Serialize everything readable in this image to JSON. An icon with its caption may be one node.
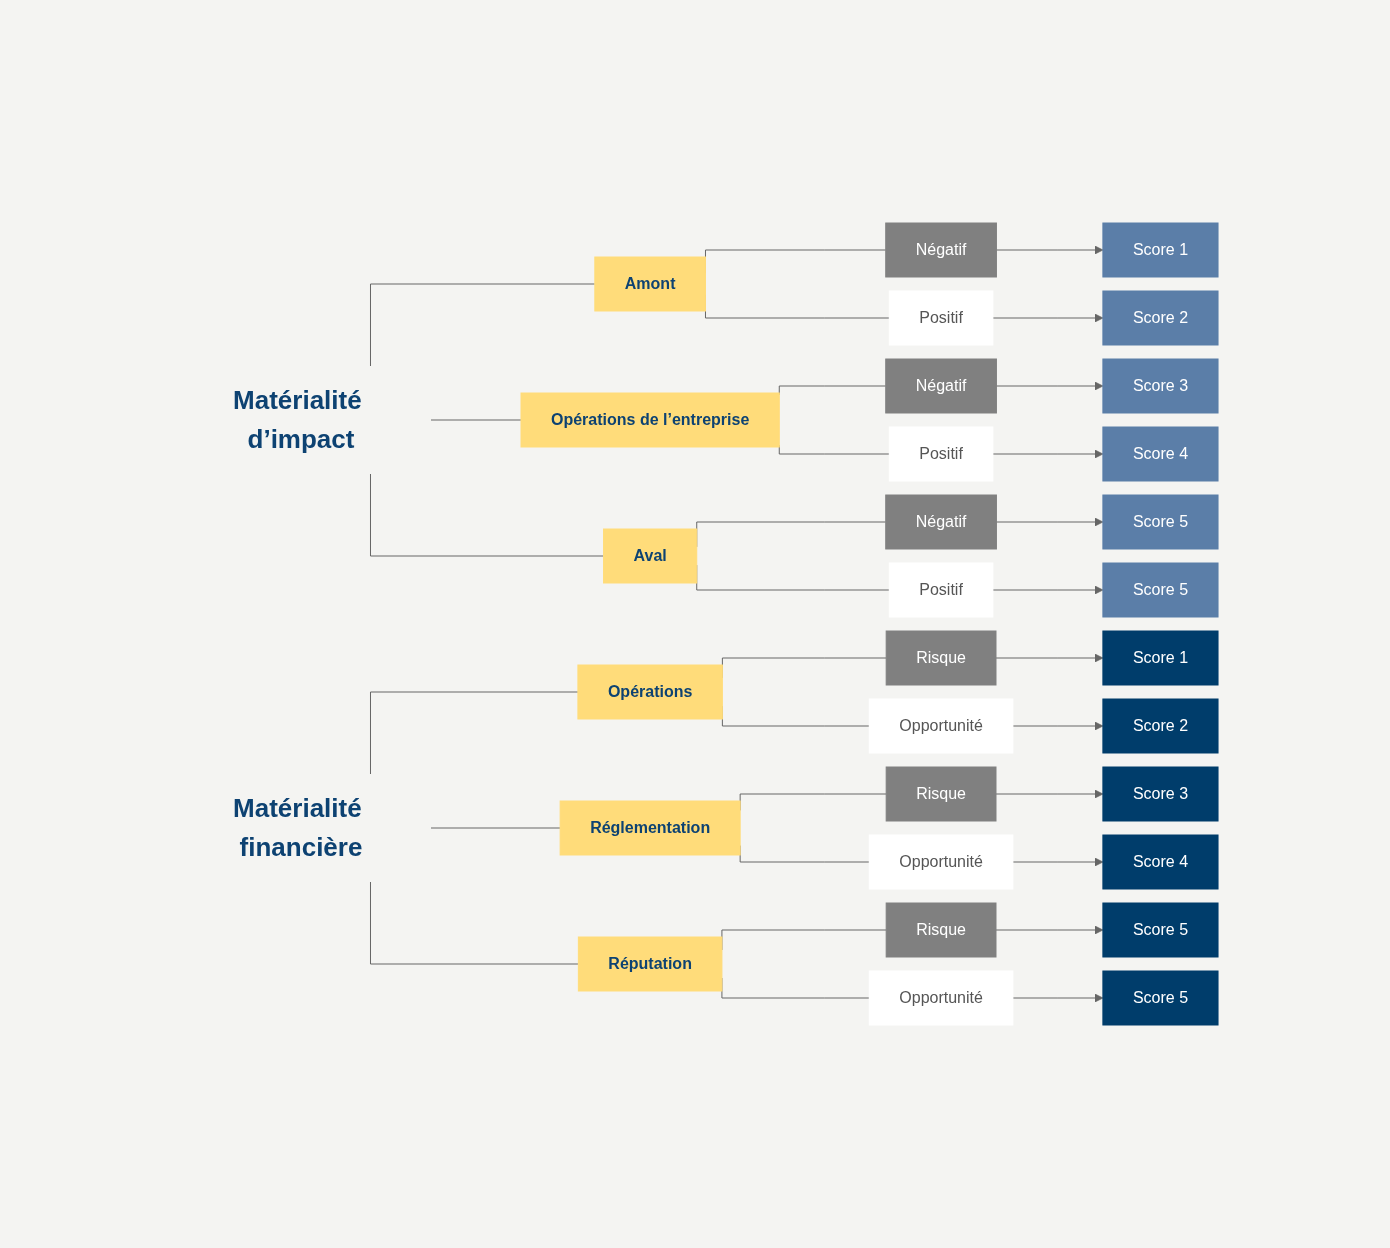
{
  "diagram": {
    "nodes": [
      {
        "text": [
          "Matérialité d’impact"
        ]
      },
      {
        "text": [
          "Amont"
        ]
      },
      {
        "text": [
          "Opérations de l’entreprise"
        ]
      },
      {
        "text": [
          "Aval"
        ]
      },
      {
        "text": [
          "Négatif"
        ]
      },
      {
        "text": [
          "Positif"
        ]
      },
      {
        "text": [
          "Négatif"
        ]
      },
      {
        "text": [
          "Positif"
        ]
      },
      {
        "text": [
          "Négatif"
        ]
      },
      {
        "text": [
          "Positif"
        ]
      },
      {
        "text": [
          "Score 1"
        ]
      },
      {
        "text": [
          "Score 2"
        ]
      },
      {
        "text": [
          "Score 3"
        ]
      },
      {
        "text": [
          "Score 4"
        ]
      },
      {
        "text": [
          "Score 5"
        ]
      },
      {
        "text": [
          "Score 5"
        ]
      },
      {
        "text": [
          "Matérialité financière"
        ]
      },
      {
        "text": [
          "Opérations"
        ]
      },
      {
        "text": [
          "Réglementation"
        ]
      },
      {
        "text": [
          "Réputation"
        ]
      },
      {
        "text": [
          "Risque"
        ]
      },
      {
        "text": [
          "Opportunité"
        ]
      },
      {
        "text": [
          "Risque"
        ]
      },
      {
        "text": [
          "Opportunité"
        ]
      },
      {
        "text": [
          "Risque"
        ]
      },
      {
        "text": [
          "Opportunité"
        ]
      },
      {
        "text": [
          "Score 1"
        ]
      },
      {
        "text": [
          "Score 2"
        ]
      },
      {
        "text": [
          "Score 3"
        ]
      },
      {
        "text": [
          "Score 4"
        ]
      },
      {
        "text": [
          "Score 5"
        ]
      },
      {
        "text": [
          "Score 5"
        ]
      }
    ],
    "edges": [
      {
        "from": 0,
        "to": 1,
        "arrow": "none"
      },
      {
        "from": 0,
        "to": 2,
        "arrow": "none"
      },
      {
        "from": 0,
        "to": 3,
        "arrow": "none"
      },
      {
        "from": 1,
        "to": 4,
        "arrow": "none"
      },
      {
        "from": 1,
        "to": 5,
        "arrow": "none"
      },
      {
        "from": 2,
        "to": 6,
        "arrow": "none"
      },
      {
        "from": 2,
        "to": 7,
        "arrow": "none"
      },
      {
        "from": 3,
        "to": 8,
        "arrow": "none"
      },
      {
        "from": 3,
        "to": 9,
        "arrow": "none"
      },
      {
        "from": 4,
        "to": 10,
        "arrow": "to"
      },
      {
        "from": 5,
        "to": 11,
        "arrow": "to"
      },
      {
        "from": 6,
        "to": 12,
        "arrow": "to"
      },
      {
        "from": 7,
        "to": 13,
        "arrow": "to"
      },
      {
        "from": 8,
        "to": 14,
        "arrow": "to"
      },
      {
        "from": 9,
        "to": 15,
        "arrow": "to"
      },
      {
        "from": 16,
        "to": 17,
        "arrow": "none"
      },
      {
        "from": 16,
        "to": 18,
        "arrow": "none"
      },
      {
        "from": 16,
        "to": 19,
        "arrow": "none"
      },
      {
        "from": 17,
        "to": 20,
        "arrow": "none"
      },
      {
        "from": 17,
        "to": 21,
        "arrow": "none"
      },
      {
        "from": 18,
        "to": 22,
        "arrow": "none"
      },
      {
        "from": 18,
        "to": 23,
        "arrow": "none"
      },
      {
        "from": 19,
        "to": 24,
        "arrow": "none"
      },
      {
        "from": 19,
        "to": 25,
        "arrow": "none"
      },
      {
        "from": 20,
        "to": 26,
        "arrow": "to"
      },
      {
        "from": 21,
        "to": 27,
        "arrow": "to"
      },
      {
        "from": 22,
        "to": 28,
        "arrow": "to"
      },
      {
        "from": 23,
        "to": 29,
        "arrow": "to"
      },
      {
        "from": 24,
        "to": 30,
        "arrow": "to"
      },
      {
        "from": 25,
        "to": 31,
        "arrow": "to"
      }
    ]
  }
}
